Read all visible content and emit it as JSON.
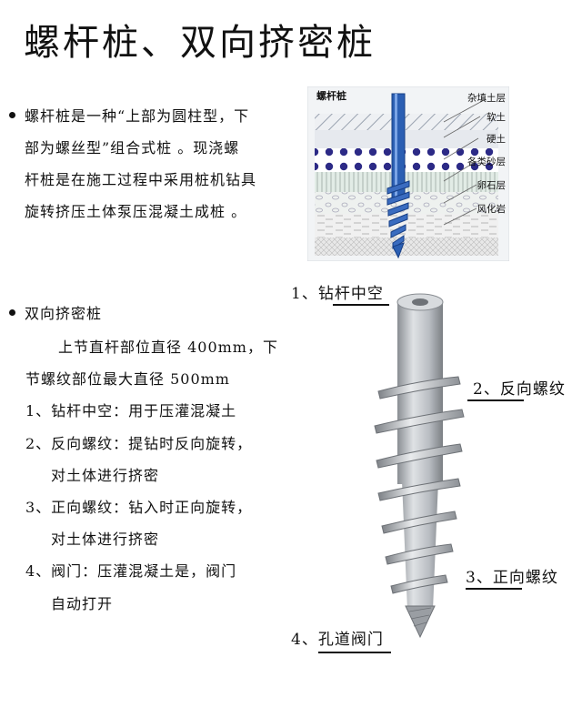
{
  "title": "螺杆桩、双向挤密桩",
  "section1": {
    "lines": [
      "螺杆桩是一种“上部为圆柱型，下",
      "部为螺丝型”组合式桩 。现浇螺",
      "杆桩是在施工过程中采用桩机钻具",
      "旋转挤压土体泵压混凝土成桩 。"
    ]
  },
  "soil_figure": {
    "label": "螺杆桩",
    "layers": [
      "杂填土层",
      "软土",
      "硬土",
      "各类砂层",
      "卵石层",
      "风化岩"
    ]
  },
  "section2": {
    "heading": "双向挤密桩",
    "lines": [
      "上节直杆部位直径 400mm，下",
      "节螺纹部位最大直径 500mm",
      "1、钻杆中空：用于压灌混凝土",
      "2、反向螺纹：提钻时反向旋转，",
      "对土体进行挤密",
      "3、正向螺纹：钻入时正向旋转，",
      "对土体进行挤密",
      "4、阀门：压灌混凝土是，阀门",
      "自动打开"
    ]
  },
  "pile_figure": {
    "callouts": [
      "1、钻杆中空",
      "2、反向螺纹",
      "3、正向螺纹",
      "4、孔道阀门"
    ]
  }
}
